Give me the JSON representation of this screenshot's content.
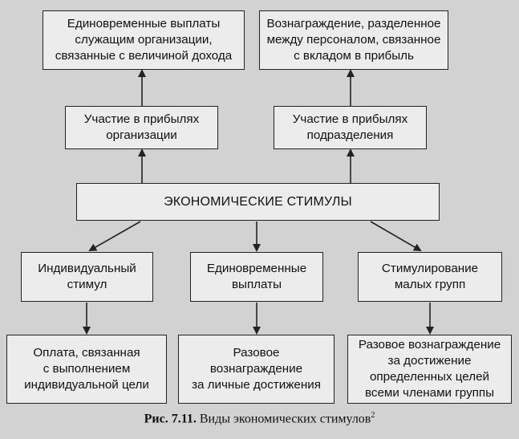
{
  "diagram": {
    "top_left": "Единовременные выплаты\nслужащим организации,\nсвязанные с величиной дохода",
    "top_right": "Вознаграждение, разделенное\nмежду персоналом, связанное\nс вкладом в прибыль",
    "mid_left": "Участие в прибылях\nорганизации",
    "mid_right": "Участие в прибылях\nподразделения",
    "center": "ЭКОНОМИЧЕСКИЕ СТИМУЛЫ",
    "cat_left": "Индивидуальный\nстимул",
    "cat_mid": "Единовременные\nвыплаты",
    "cat_right": "Стимулирование\nмалых групп",
    "bot_left": "Оплата, связанная\nс выполнением\nиндивидуальной цели",
    "bot_mid": "Разовое\nвознаграждение\nза личные достижения",
    "bot_right": "Разовое вознаграждение\nза достижение\nопределенных целей\nвсеми членами группы"
  },
  "caption": {
    "figure_label": "Рис. 7.11.",
    "text": " Виды экономических стимулов",
    "footnote_mark": "2"
  }
}
